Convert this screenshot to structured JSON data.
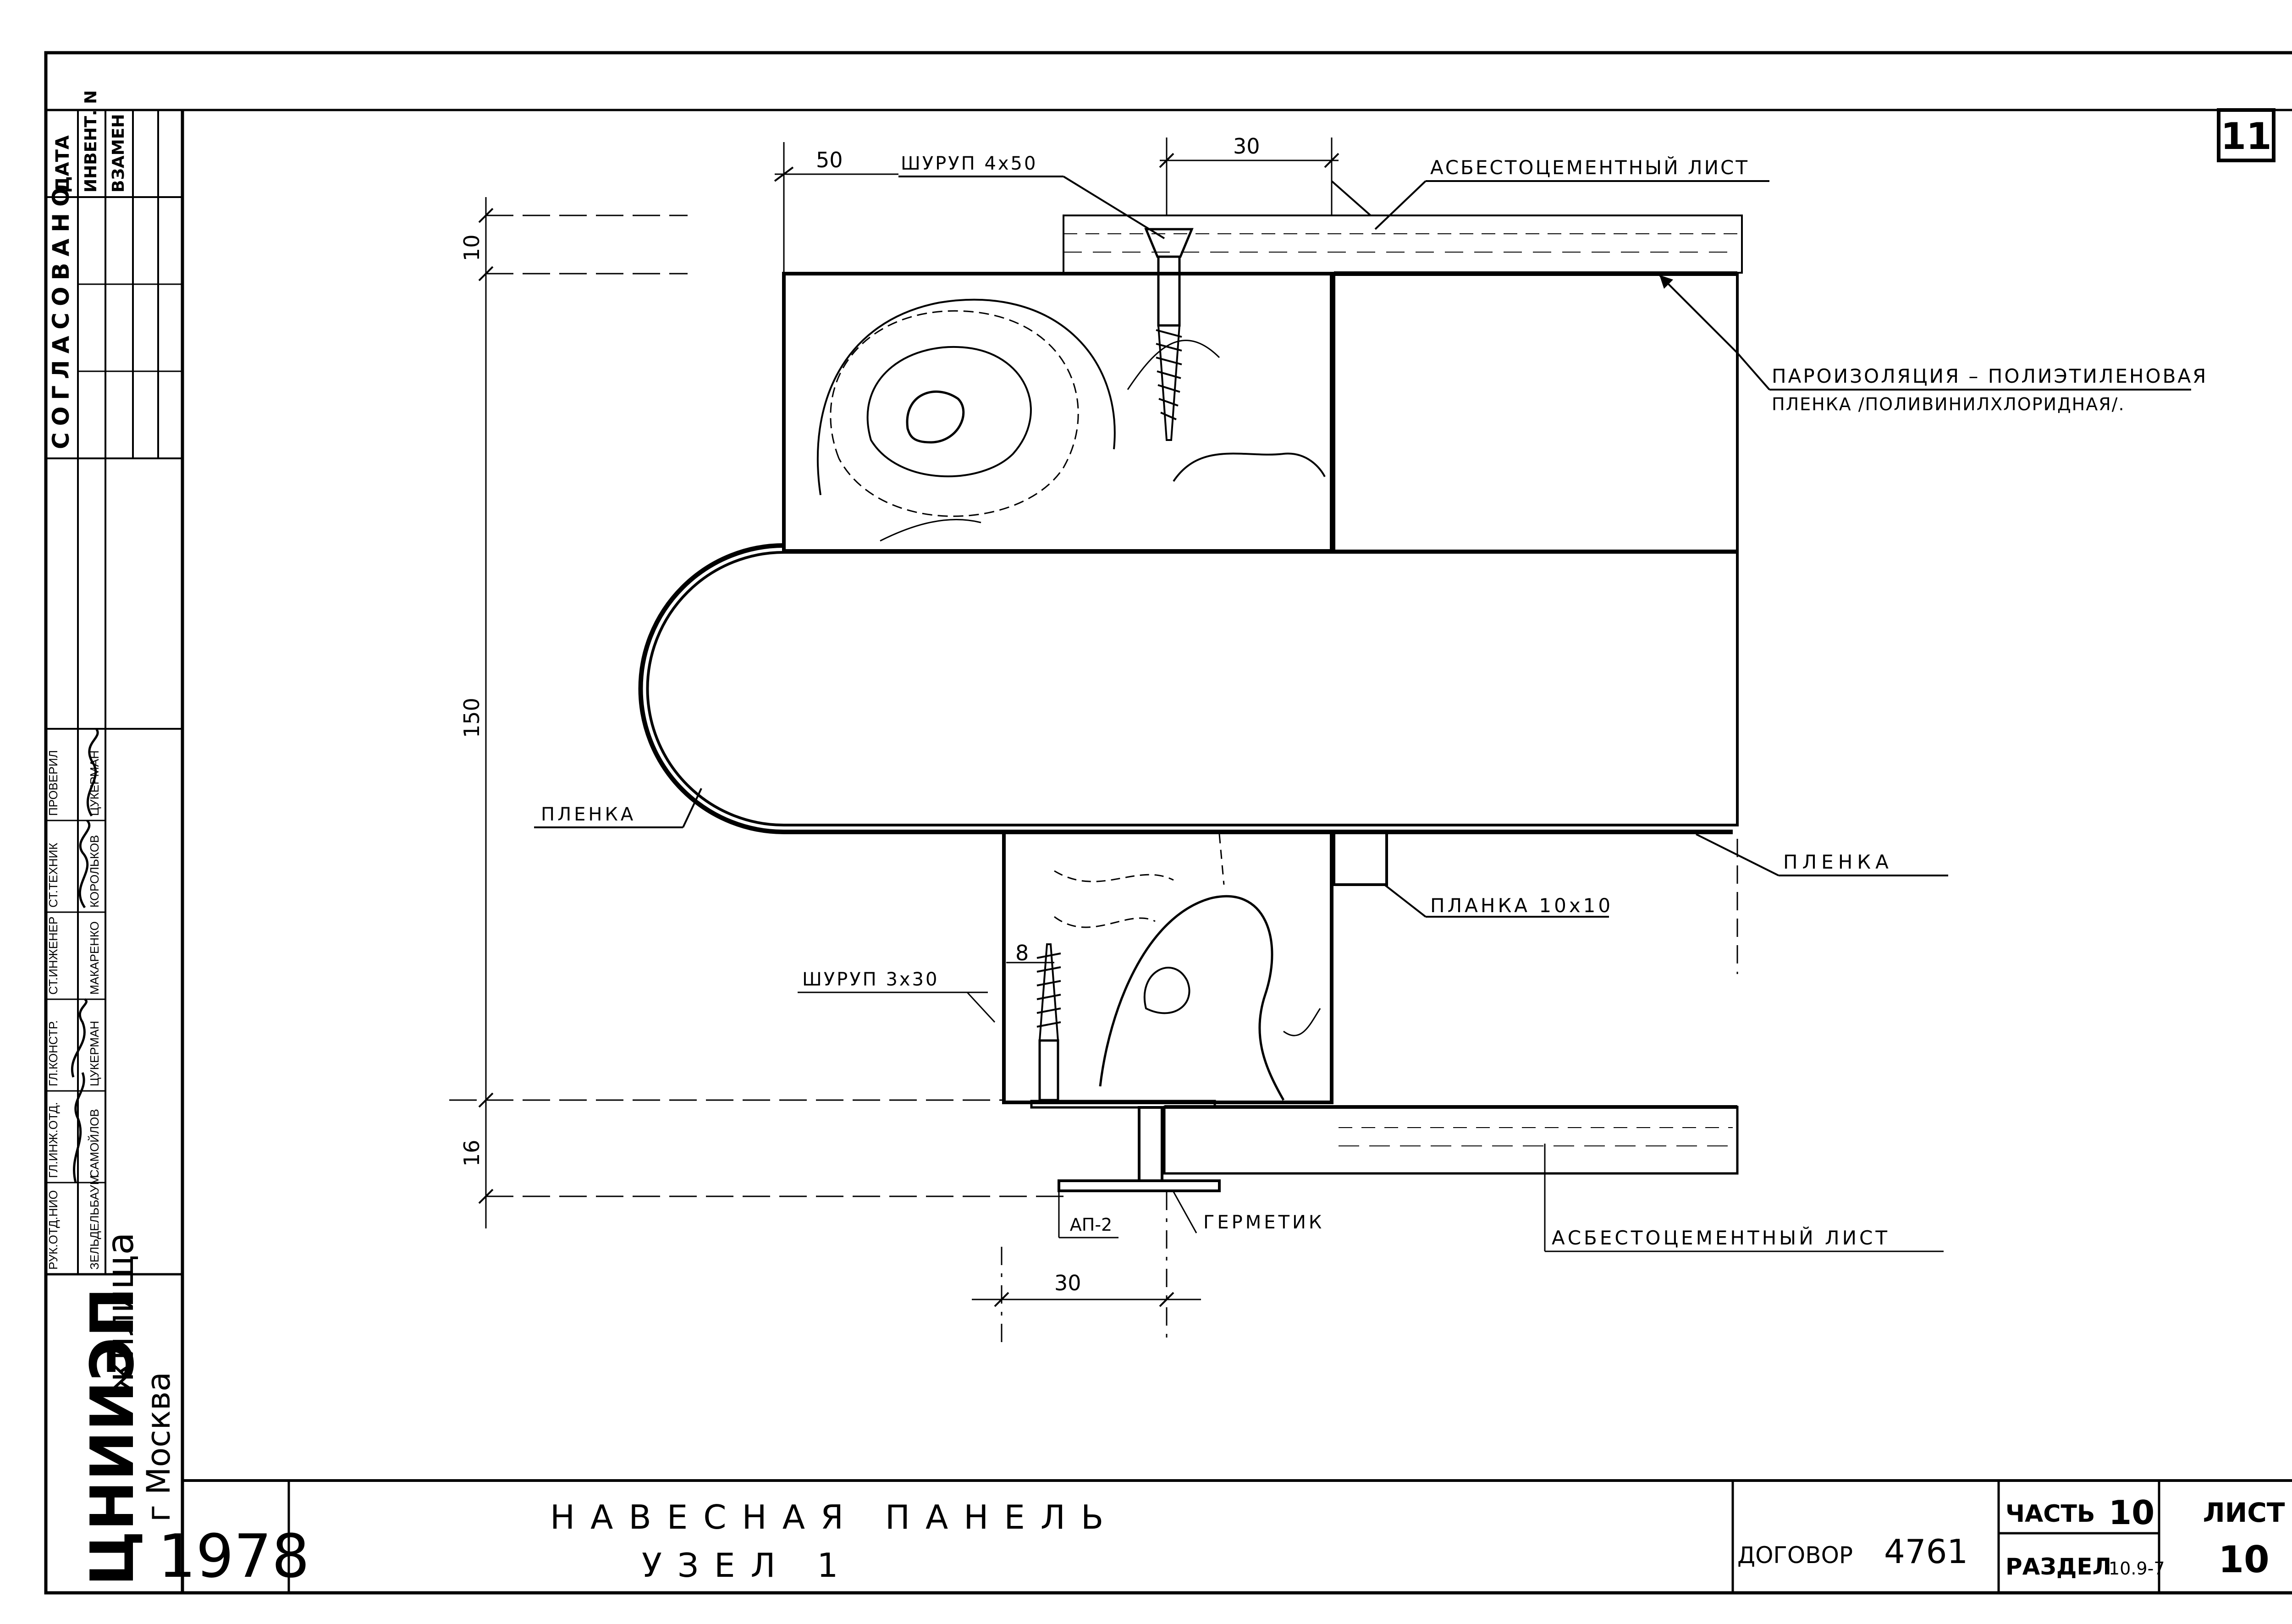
{
  "sheet_mark": "11",
  "title_block": {
    "institute": "ЦНИИЭП",
    "institute_suffix": "жилища",
    "city": "г Москва",
    "year": "1978",
    "title_line1": "НАВЕСНАЯ ПАНЕЛЬ",
    "title_line2": "УЗЕЛ 1",
    "contract_label": "ДОГОВОР",
    "contract_number": "4761",
    "part_label": "ЧАСТЬ",
    "part_number": "10",
    "section_label": "РАЗДЕЛ",
    "section_number": "10.9-7",
    "sheet_label": "ЛИСТ",
    "sheet_number": "10"
  },
  "side_stamp": {
    "agreed": "СОГЛАСОВАНО",
    "columns": [
      "ДАТА",
      "ИНВЕНТ. N",
      "ВЗАМЕН"
    ],
    "roles": [
      "РУК.ОТД.НИО",
      "ГЛ.ИНЖ.ОТД.",
      "ГЛ.КОНСТР.",
      "СТ.ИНЖЕНЕР",
      "СТ.ТЕХНИК",
      "ПРОВЕРИЛ"
    ],
    "names": [
      "ЗЕЛЬДЕЛЬБАУМ",
      "САМОЙЛОВ",
      "ЦУКЕРМАН",
      "МАКАРЕНКО",
      "КОРОЛЬКОВ",
      "ЦУКЕРМАН"
    ]
  },
  "annotations": {
    "screw_top": "ШУРУП 4х50",
    "asbestos_top": "АСБЕСТОЦЕМЕНТНЫЙ ЛИСТ",
    "vapor_1": "ПАРОИЗОЛЯЦИЯ – ПОЛИЭТИЛЕНОВАЯ",
    "vapor_2": "ПЛЕНКА /ПОЛИВИНИЛХЛОРИДНАЯ/.",
    "film_left": "ПЛЕНКА",
    "film_right": "ПЛЕНКА",
    "strip": "ПЛАНКА 10х10",
    "screw_bottom": "ШУРУП 3х30",
    "profile": "АП-2",
    "sealant": "ГЕРМЕТИК",
    "asbestos_bottom": "АСБЕСТОЦЕМЕНТНЫЙ ЛИСТ"
  },
  "dimensions": {
    "d50": "50",
    "d30_top": "30",
    "d10": "10",
    "d150": "150",
    "d16": "16",
    "d8": "8",
    "d30_bottom": "30"
  }
}
